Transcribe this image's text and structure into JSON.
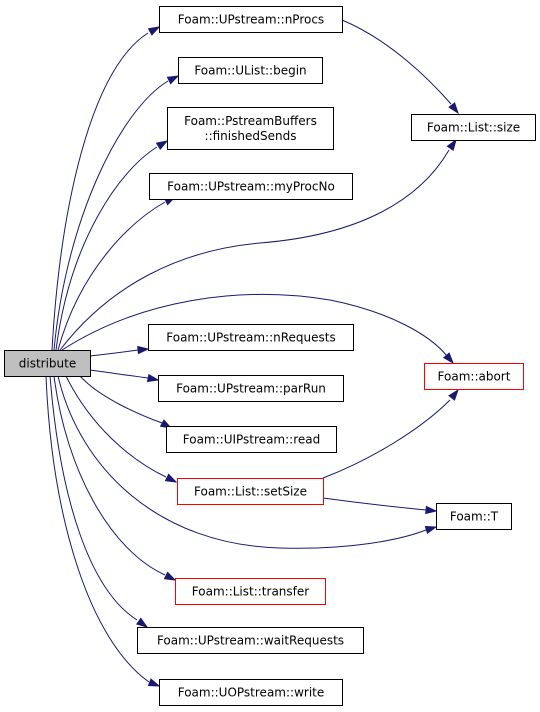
{
  "colors": {
    "edge": "#191970",
    "root_fill": "#bfbfbf",
    "node_border": "#000000",
    "external_border": "#ff0000",
    "node_fill": "#ffffff"
  },
  "nodes": {
    "distribute": {
      "lines": [
        "distribute"
      ],
      "root": true
    },
    "nProcs": {
      "lines": [
        "Foam::UPstream::nProcs"
      ]
    },
    "begin": {
      "lines": [
        "Foam::UList::begin"
      ]
    },
    "finishedSends": {
      "lines": [
        "Foam::PstreamBuffers",
        "::finishedSends"
      ]
    },
    "myProcNo": {
      "lines": [
        "Foam::UPstream::myProcNo"
      ]
    },
    "size": {
      "lines": [
        "Foam::List::size"
      ]
    },
    "nRequests": {
      "lines": [
        "Foam::UPstream::nRequests"
      ]
    },
    "abort": {
      "lines": [
        "Foam::abort"
      ],
      "external": true
    },
    "parRun": {
      "lines": [
        "Foam::UPstream::parRun"
      ]
    },
    "read": {
      "lines": [
        "Foam::UIPstream::read"
      ]
    },
    "setSize": {
      "lines": [
        "Foam::List::setSize"
      ],
      "external": true
    },
    "T": {
      "lines": [
        "Foam::T"
      ]
    },
    "transfer": {
      "lines": [
        "Foam::List::transfer"
      ],
      "external": true
    },
    "waitRequests": {
      "lines": [
        "Foam::UPstream::waitRequests"
      ]
    },
    "write": {
      "lines": [
        "Foam::UOPstream::write"
      ]
    }
  },
  "edges": [
    [
      "distribute",
      "nProcs"
    ],
    [
      "distribute",
      "begin"
    ],
    [
      "distribute",
      "finishedSends"
    ],
    [
      "distribute",
      "myProcNo"
    ],
    [
      "distribute",
      "size"
    ],
    [
      "distribute",
      "abort"
    ],
    [
      "distribute",
      "nRequests"
    ],
    [
      "distribute",
      "parRun"
    ],
    [
      "distribute",
      "read"
    ],
    [
      "distribute",
      "setSize"
    ],
    [
      "distribute",
      "T"
    ],
    [
      "distribute",
      "transfer"
    ],
    [
      "distribute",
      "waitRequests"
    ],
    [
      "distribute",
      "write"
    ],
    [
      "nProcs",
      "size"
    ],
    [
      "setSize",
      "abort"
    ],
    [
      "setSize",
      "T"
    ]
  ]
}
